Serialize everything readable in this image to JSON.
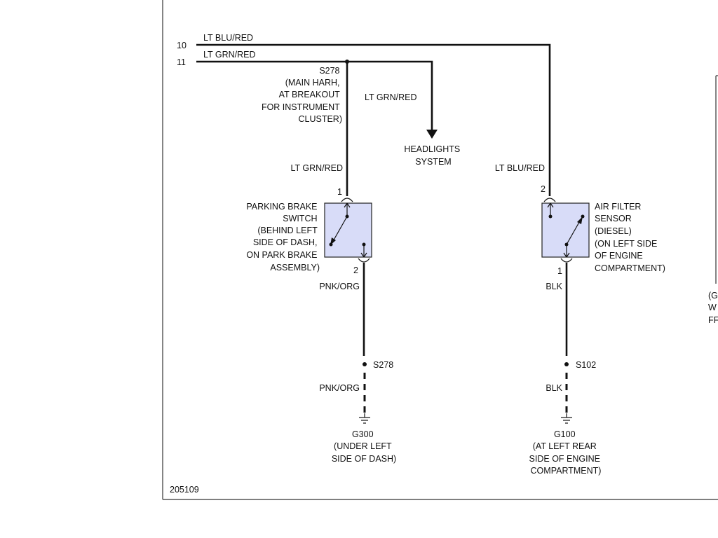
{
  "wires": {
    "pin10": "10",
    "pin11": "11",
    "top_blu": "LT BLU/RED",
    "top_grn": "LT GRN/RED",
    "to_headlights": "LT GRN/RED",
    "to_pbs": "LT GRN/RED",
    "to_afs": "LT BLU/RED",
    "pbs_out": "PNK/ORG",
    "pbs_ground": "PNK/ORG",
    "afs_out": "BLK",
    "afs_ground": "BLK"
  },
  "splice_s278_main": [
    "S278",
    "(MAIN HARH,",
    "AT BREAKOUT",
    "FOR INSTRUMENT",
    "CLUSTER)"
  ],
  "headlights": [
    "HEADLIGHTS",
    "SYSTEM"
  ],
  "parking_brake_switch": {
    "lines": [
      "PARKING BRAKE",
      "SWITCH",
      "(BEHIND LEFT",
      "SIDE OF DASH,",
      "ON PARK BRAKE",
      "ASSEMBLY)"
    ],
    "pin_in": "1",
    "pin_out": "2"
  },
  "air_filter_sensor": {
    "lines": [
      "AIR FILTER",
      "SENSOR",
      "(DIESEL)",
      "(ON LEFT SIDE",
      "OF ENGINE",
      "COMPARTMENT)"
    ],
    "pin_in": "2",
    "pin_out": "1"
  },
  "splice_left": "S278",
  "splice_right": "S102",
  "ground_g300": [
    "G300",
    "(UNDER LEFT",
    "SIDE OF DASH)"
  ],
  "ground_g100": [
    "G100",
    "(AT LEFT REAR",
    "SIDE OF ENGINE",
    "COMPARTMENT)"
  ],
  "edge_fragments": [
    "(G",
    "W",
    "FF"
  ],
  "figure_id": "205109"
}
